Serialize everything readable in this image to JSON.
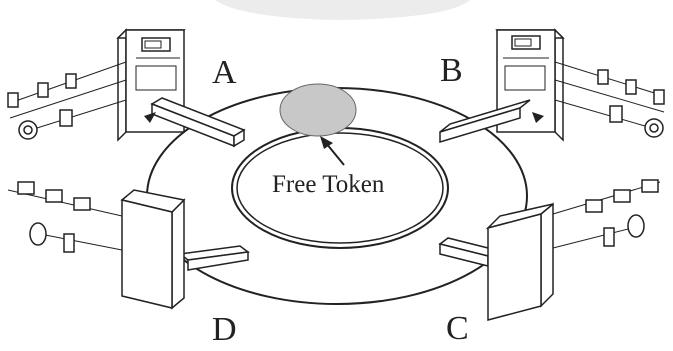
{
  "diagram": {
    "nodes": [
      {
        "id": "A",
        "label": "A"
      },
      {
        "id": "B",
        "label": "B"
      },
      {
        "id": "C",
        "label": "C"
      },
      {
        "id": "D",
        "label": "D"
      }
    ],
    "token_label": "Free Token",
    "colors": {
      "line": "#222222",
      "token_fill": "#c8c8c8",
      "background": "#ffffff",
      "top_band": "#ececec"
    }
  }
}
